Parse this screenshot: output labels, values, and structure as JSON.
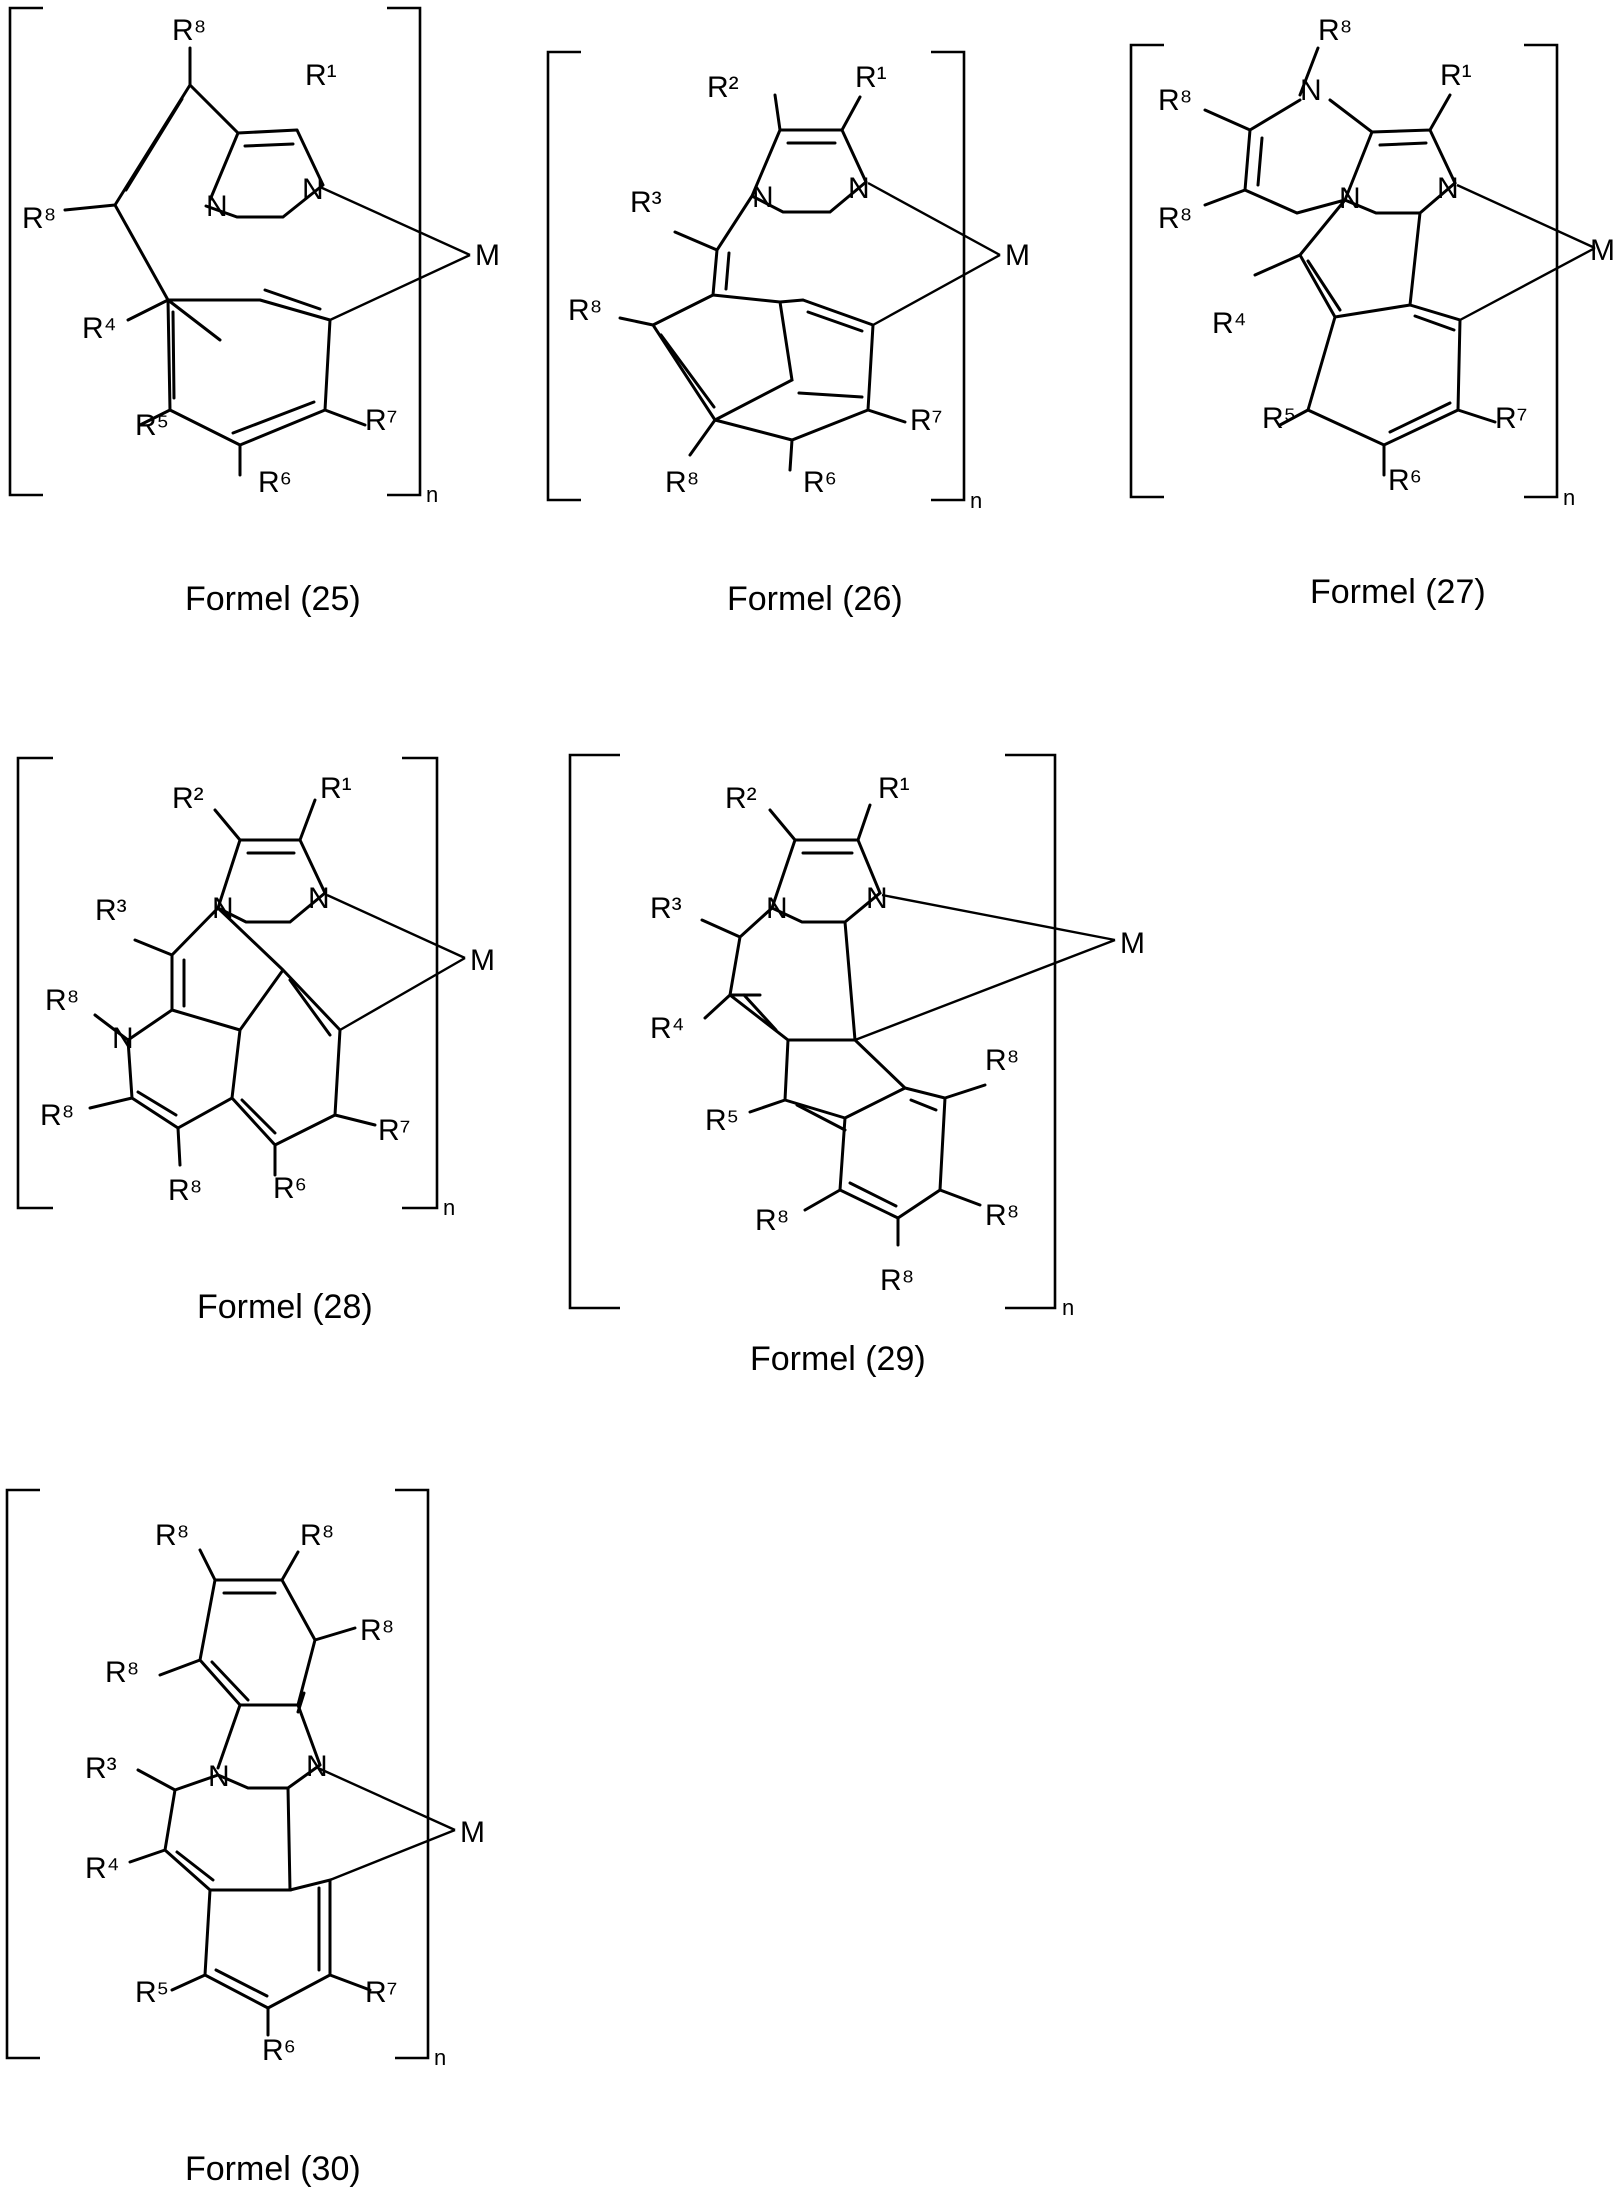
{
  "formulas": [
    {
      "id": "25",
      "caption": "Formel (25)",
      "metal": "M",
      "subscript": "n",
      "atoms": {
        "N_a": "N",
        "N_b": "N"
      },
      "substituents": {
        "top": "R⁸",
        "imid": "R¹",
        "left": "R⁸",
        "c4": "R⁴",
        "c5": "R⁵",
        "c6": "R⁶",
        "c7": "R⁷"
      }
    },
    {
      "id": "26",
      "caption": "Formel (26)",
      "metal": "M",
      "subscript": "n",
      "atoms": {
        "N_a": "N",
        "N_b": "N"
      },
      "substituents": {
        "r2": "R²",
        "r1": "R¹",
        "r3": "R³",
        "cp_left": "R⁸",
        "cp_bottom": "R⁸",
        "c6": "R⁶",
        "c7": "R⁷"
      }
    },
    {
      "id": "27",
      "caption": "Formel (27)",
      "metal": "M",
      "subscript": "n",
      "atoms": {
        "N_ring": "N",
        "N_a": "N",
        "N_b": "N"
      },
      "substituents": {
        "n_top": "R⁸",
        "r1": "R¹",
        "left1": "R⁸",
        "left2": "R⁸",
        "c4": "R⁴",
        "c5": "R⁵",
        "c6": "R⁶",
        "c7": "R⁷"
      }
    },
    {
      "id": "28",
      "caption": "Formel (28)",
      "metal": "M",
      "subscript": "n",
      "atoms": {
        "N_ring": "N",
        "N_a": "N",
        "N_b": "N"
      },
      "substituents": {
        "r2": "R²",
        "r1": "R¹",
        "r3": "R³",
        "n_left": "R⁸",
        "c_left": "R⁸",
        "c_bottom": "R⁸",
        "c6": "R⁶",
        "c7": "R⁷"
      }
    },
    {
      "id": "29",
      "caption": "Formel (29)",
      "metal": "M",
      "subscript": "n",
      "atoms": {
        "N_a": "N",
        "N_b": "N"
      },
      "substituents": {
        "r2": "R²",
        "r1": "R¹",
        "r3": "R³",
        "r4": "R⁴",
        "r5": "R⁵",
        "b1": "R⁸",
        "b2": "R⁸",
        "b3": "R⁸",
        "b4": "R⁸"
      }
    },
    {
      "id": "30",
      "caption": "Formel (30)",
      "metal": "M",
      "subscript": "n",
      "atoms": {
        "N_a": "N",
        "N_b": "N"
      },
      "substituents": {
        "t1": "R⁸",
        "t2": "R⁸",
        "t3": "R⁸",
        "t4": "R⁸",
        "r3": "R³",
        "r4": "R⁴",
        "r5": "R⁵",
        "r6": "R⁶",
        "r7": "R⁷"
      }
    }
  ]
}
